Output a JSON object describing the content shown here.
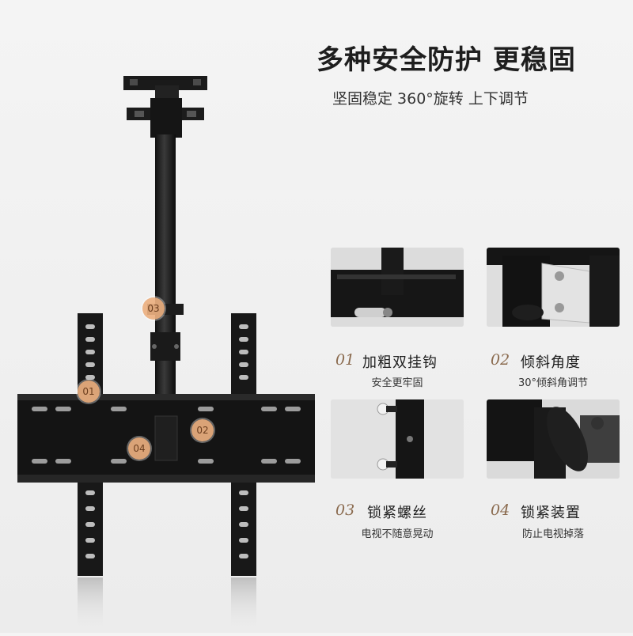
{
  "header": {
    "headline": "多种安全防护 更稳固",
    "subline": "坚固稳定 360°旋转  上下调节"
  },
  "product": {
    "markers": [
      "03",
      "01",
      "02",
      "04"
    ]
  },
  "features": [
    {
      "number": "01",
      "title": "加粗双挂钩",
      "desc": "安全更牢固",
      "icon": "hook-detail-photo"
    },
    {
      "number": "02",
      "title": "倾斜角度",
      "desc": "30°倾斜角调节",
      "icon": "tilt-bracket-photo"
    },
    {
      "number": "03",
      "title": "锁紧螺丝",
      "desc": "电视不随意晃动",
      "icon": "locking-screw-photo"
    },
    {
      "number": "04",
      "title": "锁紧装置",
      "desc": "防止电视掉落",
      "icon": "locking-knob-photo"
    }
  ]
}
